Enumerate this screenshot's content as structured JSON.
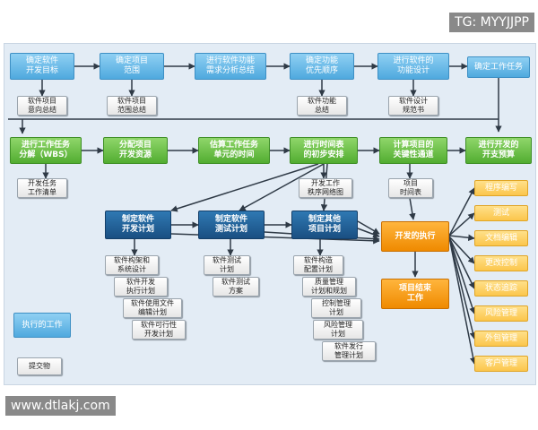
{
  "overlays": {
    "top": "TG: MYYJJPP",
    "bottom": "www.dtlakj.com"
  },
  "top_row": [
    "确定软件\n开发目标",
    "确定项目\n范围",
    "进行软件功能\n需求分析总结",
    "确定功能\n优先顺序",
    "进行软件的\n功能设计",
    "确定工作任务"
  ],
  "top_docs": [
    "软件项目\n意向总结",
    "软件项目\n范围总结",
    "软件功能\n总结",
    "软件设计\n规范书"
  ],
  "mid_row": [
    "进行工作任务\n分解（WBS）",
    "分配项目\n开发资源",
    "估算工作任务\n单元的时间",
    "进行时间表\n的初步安排",
    "计算项目的\n关键性通道",
    "进行开发的\n开支预算"
  ],
  "mid_docs": [
    "开发任务\n工作清单",
    "开发工作\n秩序网络图",
    "项目\n时间表"
  ],
  "plans": [
    "制定软件\n开发计划",
    "制定软件\n测试计划",
    "制定其他\n项目计划"
  ],
  "plan_docs_1": [
    "软件构架和\n系统设计",
    "软件开发\n执行计划",
    "软件使用文件\n编辑计划",
    "软件可行性\n开发计划"
  ],
  "plan_docs_2": [
    "软件测试\n计划",
    "软件测试\n方案"
  ],
  "plan_docs_3": [
    "软件构造\n配置计划",
    "质量管理\n计划和规划",
    "控制管理\n计划",
    "风险管理\n计划",
    "软件发行\n管理计划"
  ],
  "execute": "开发的执行",
  "finish": "项目结束\n工作",
  "mgmt": [
    "程序编写",
    "测试",
    "文档编辑",
    "更改控制",
    "状态追踪",
    "风险管理",
    "外包管理",
    "客户管理"
  ],
  "legend": {
    "work": "执行的工作",
    "doc": "提交物"
  }
}
